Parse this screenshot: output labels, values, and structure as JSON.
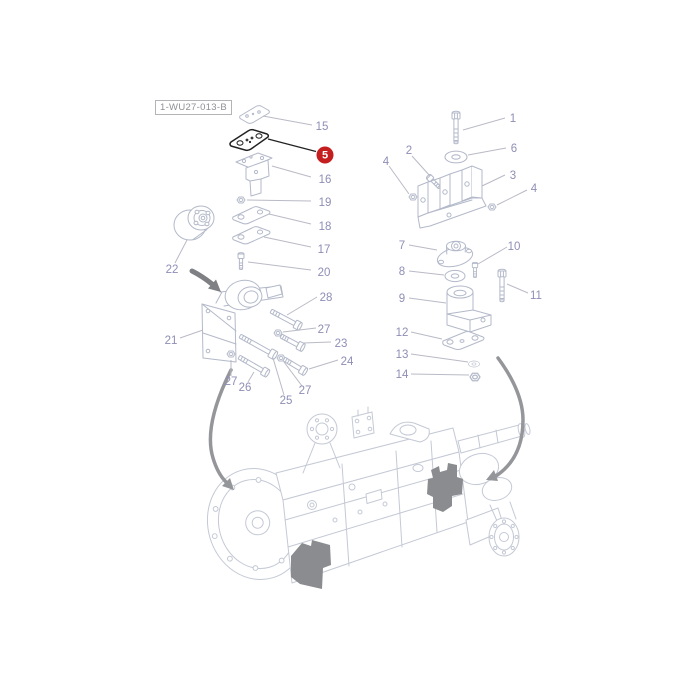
{
  "diagram": {
    "reference_label": "1-WU27-013-B",
    "highlighted_callout": {
      "label": "5"
    },
    "callouts": [
      {
        "label": "15"
      },
      {
        "label": "16"
      },
      {
        "label": "19"
      },
      {
        "label": "18"
      },
      {
        "label": "17"
      },
      {
        "label": "20"
      },
      {
        "label": "22"
      },
      {
        "label": "21"
      },
      {
        "label": "28"
      },
      {
        "label": "27"
      },
      {
        "label": "23"
      },
      {
        "label": "24"
      },
      {
        "label": "27"
      },
      {
        "label": "25"
      },
      {
        "label": "27"
      },
      {
        "label": "26"
      },
      {
        "label": "1"
      },
      {
        "label": "6"
      },
      {
        "label": "2"
      },
      {
        "label": "4"
      },
      {
        "label": "3"
      },
      {
        "label": "4"
      },
      {
        "label": "7"
      },
      {
        "label": "10"
      },
      {
        "label": "8"
      },
      {
        "label": "11"
      },
      {
        "label": "9"
      },
      {
        "label": "12"
      },
      {
        "label": "13"
      },
      {
        "label": "14"
      }
    ],
    "colors": {
      "callout_text": "#8e8eb6",
      "leader_line": "#b9bac6",
      "part_line": "#b3b9c9",
      "trans_line": "#c4c9d5",
      "dark_line": "#222222",
      "badge_bg": "#c41e1e",
      "badge_text": "#ffffff",
      "arrow": "#95969a",
      "arrow_dark": "#7e8084",
      "mount_fill": "#8a8c8f",
      "ref_text": "#8f9095",
      "ref_border": "#b3b3b8"
    }
  }
}
